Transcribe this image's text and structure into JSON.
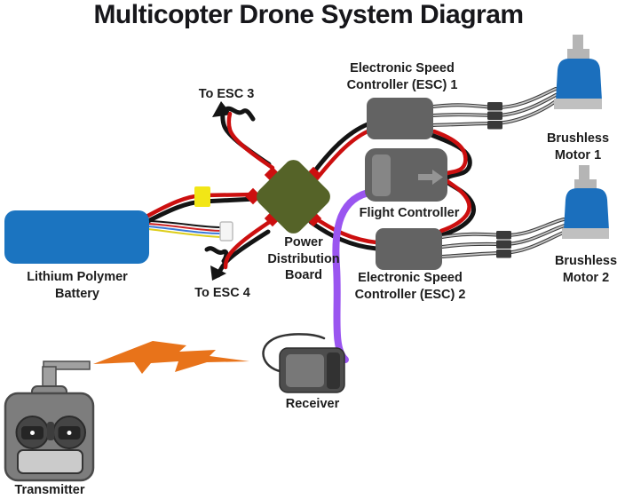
{
  "title": "Multicopter Drone System Diagram",
  "colors": {
    "battery_blue": "#1b74c0",
    "motor_blue": "#1b6fbd",
    "pdb_olive": "#556328",
    "wire_red": "#cc0f0f",
    "wire_black": "#141414",
    "signal_purple": "#9a55f0",
    "bolt_orange": "#e8731a",
    "connector_yellow": "#f2e616",
    "component_gray": "#636363"
  },
  "labels": {
    "battery": "Lithium Polymer Battery",
    "pdb": "Power Distribution Board",
    "esc1": "Electronic Speed Controller (ESC) 1",
    "esc2": "Electronic Speed Controller (ESC) 2",
    "flight_controller": "Flight Controller",
    "motor1": "Brushless Motor 1",
    "motor2": "Brushless Motor 2",
    "receiver": "Receiver",
    "transmitter": "Transmitter",
    "to_esc3": "To ESC 3",
    "to_esc4": "To ESC 4"
  }
}
